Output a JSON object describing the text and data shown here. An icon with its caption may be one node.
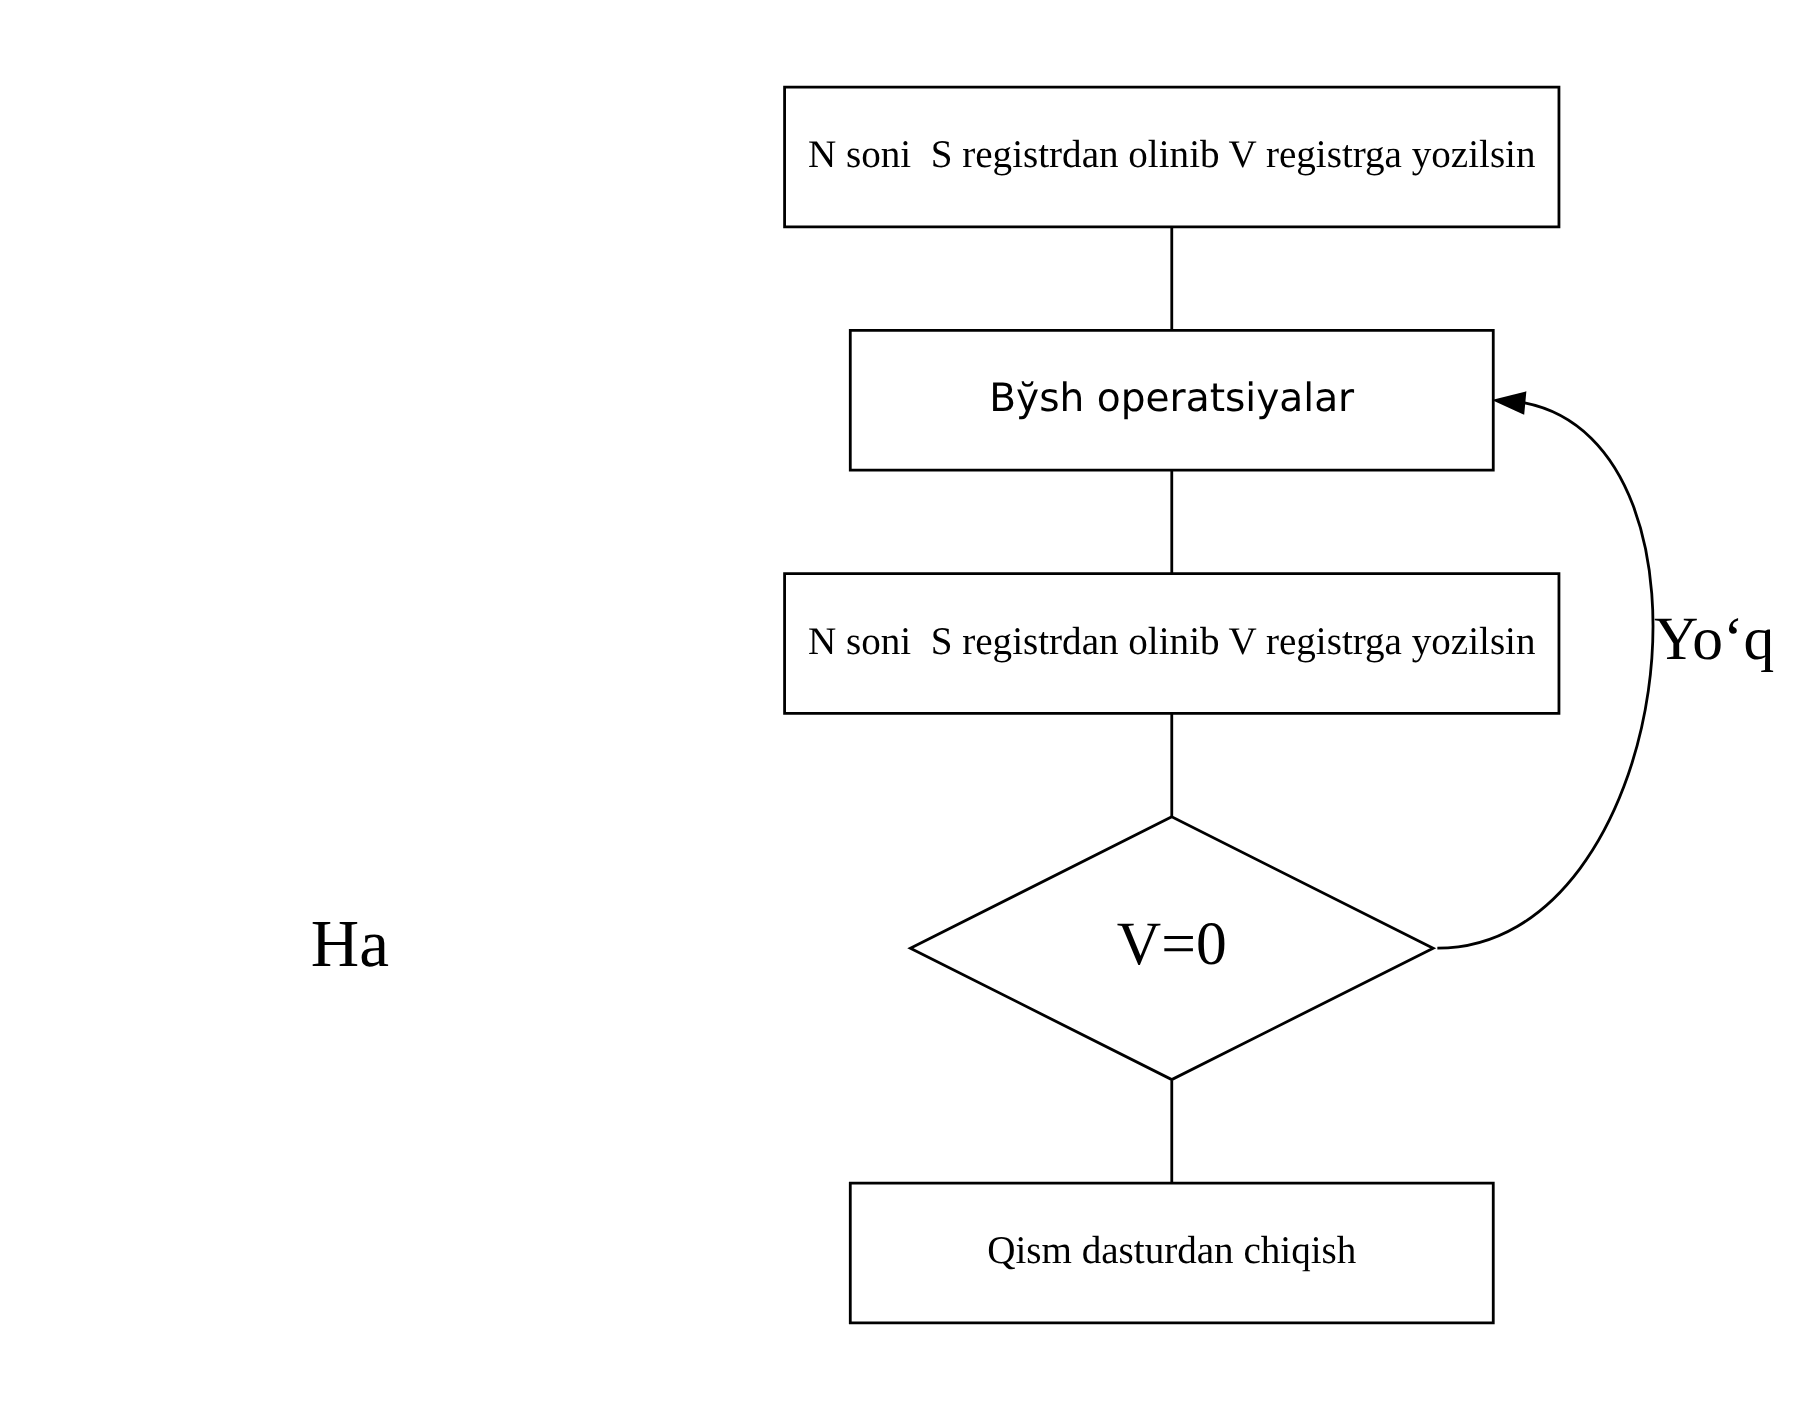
{
  "diagram": {
    "nodes": [
      {
        "text": [
          "N soni  S registrdan olinib V registrga yozilsin"
        ]
      },
      {
        "text": [
          "Bўsh operatsiyalar"
        ]
      },
      {
        "text": [
          "N soni  S registrdan olinib V registrga yozilsin"
        ]
      },
      {
        "text": [
          "V=0"
        ]
      },
      {
        "text": [
          "Qism dasturdan chiqish"
        ]
      }
    ],
    "edges": [
      {
        "from": 0,
        "to": 1,
        "arrow": "none"
      },
      {
        "from": 1,
        "to": 2,
        "arrow": "none"
      },
      {
        "from": 2,
        "to": 3,
        "arrow": "none"
      },
      {
        "from": 3,
        "to": 4,
        "arrow": "none"
      },
      {
        "from": 3,
        "to": 1,
        "arrow": "to",
        "label": "Yo‘q"
      }
    ],
    "labels": [
      "Ha"
    ]
  }
}
